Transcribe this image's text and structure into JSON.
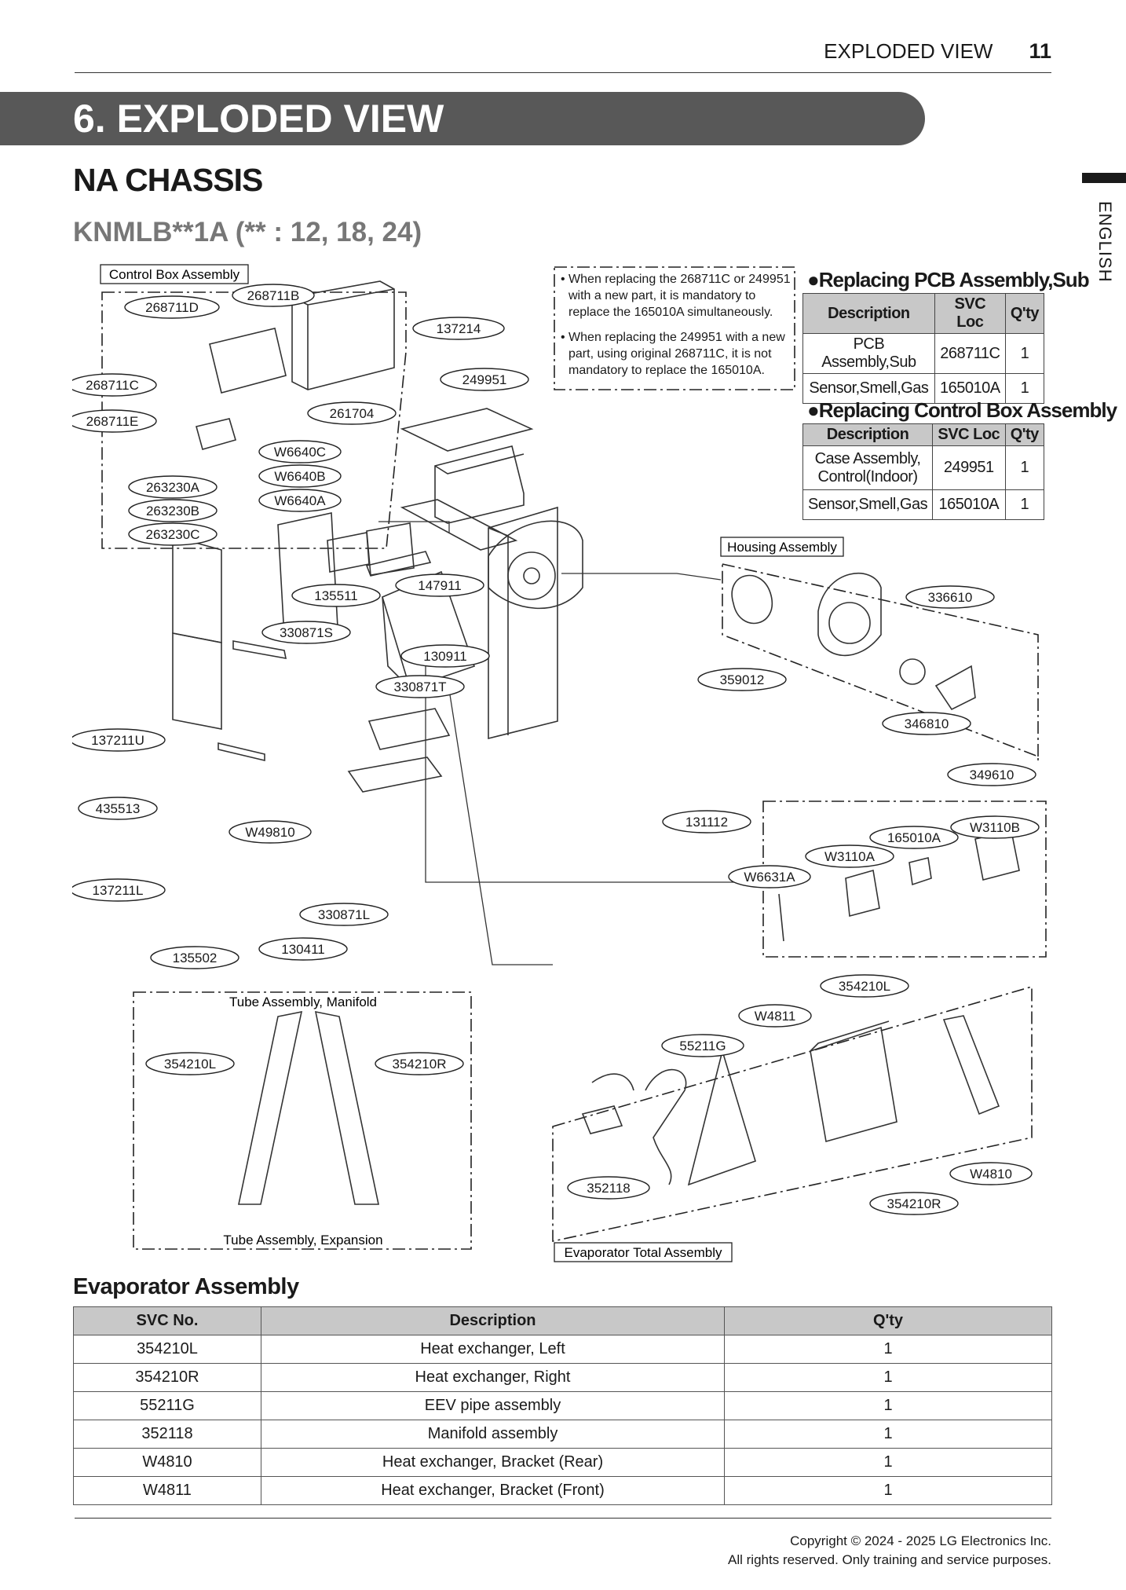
{
  "running_header": {
    "section": "EXPLODED VIEW",
    "page": "11"
  },
  "banner": "6. EXPLODED VIEW",
  "chassis": "NA CHASSIS",
  "model": "KNMLB**1A (** : 12, 18, 24)",
  "side_tab": "ENGLISH",
  "group_labels": {
    "control_box": "Control Box Assembly",
    "housing": "Housing Assembly",
    "tube_manifold": "Tube Assembly, Manifold",
    "tube_expansion": "Tube Assembly, Expansion",
    "evaporator_total": "Evaporator Total Assembly"
  },
  "note": [
    "• When replacing the 268711C or 249951",
    "with a new part, it is mandatory to",
    "replace the 165010A simultaneously.",
    "• When replacing the 249951 with a new",
    "part, using original 268711C, it is not",
    "mandatory to replace the 165010A."
  ],
  "parts": [
    "268711D",
    "268711B",
    "137214",
    "268711C",
    "249951",
    "268711E",
    "261704",
    "W6640C",
    "W6640B",
    "263230A",
    "W6640A",
    "263230B",
    "263230C",
    "135511",
    "147911",
    "336610",
    "330871S",
    "130911",
    "330871T",
    "359012",
    "346810",
    "137211U",
    "349610",
    "435513",
    "W49810",
    "131112",
    "165010A",
    "W3110B",
    "W3110A",
    "W6631A",
    "137211L",
    "330871L",
    "130411",
    "135502",
    "354210L",
    "W4811",
    "55211G",
    "354210L",
    "354210R",
    "W4810",
    "352118",
    "354210R"
  ],
  "pcb_table": {
    "title": "●Replacing PCB Assembly,Sub",
    "headers": [
      "Description",
      "SVC Loc",
      "Q'ty"
    ],
    "rows": [
      [
        "PCB Assembly,Sub",
        "268711C",
        "1"
      ],
      [
        "Sensor,Smell,Gas",
        "165010A",
        "1"
      ]
    ]
  },
  "control_box_table": {
    "title": "●Replacing Control Box Assembly",
    "headers": [
      "Description",
      "SVC Loc",
      "Q'ty"
    ],
    "rows": [
      [
        "Case Assembly, Control(Indoor)",
        "249951",
        "1"
      ],
      [
        "Sensor,Smell,Gas",
        "165010A",
        "1"
      ]
    ]
  },
  "evaporator": {
    "title": "Evaporator Assembly",
    "headers": [
      "SVC No.",
      "Description",
      "Q'ty"
    ],
    "rows": [
      [
        "354210L",
        "Heat exchanger, Left",
        "1"
      ],
      [
        "354210R",
        "Heat exchanger, Right",
        "1"
      ],
      [
        "55211G",
        "EEV pipe assembly",
        "1"
      ],
      [
        "352118",
        "Manifold assembly",
        "1"
      ],
      [
        "W4810",
        "Heat exchanger, Bracket (Rear)",
        "1"
      ],
      [
        "W4811",
        "Heat exchanger, Bracket (Front)",
        "1"
      ]
    ]
  },
  "copyright": [
    "Copyright © 2024 - 2025 LG Electronics Inc.",
    "All rights reserved. Only training and service purposes."
  ]
}
